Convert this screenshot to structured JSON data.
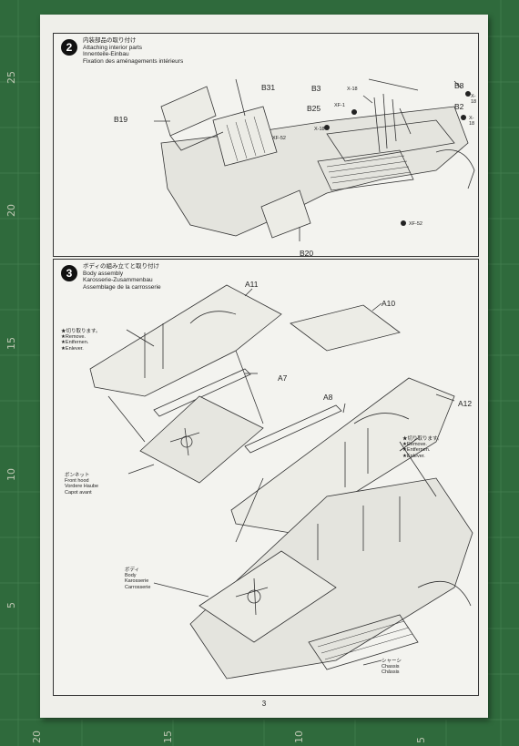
{
  "ruler": {
    "left": [
      "25",
      "20",
      "15",
      "10",
      "5"
    ],
    "bottom": [
      "20",
      "15",
      "10",
      "5"
    ]
  },
  "page_number": "3",
  "step2": {
    "number": "2",
    "titles": [
      "内装部品の取り付け",
      "Attaching interior parts",
      "Innenteile-Einbau",
      "Fixation des aménagements intérieurs"
    ],
    "parts": {
      "b31": "B31",
      "b19": "B19",
      "b3": "B3",
      "b25": "B25",
      "b8": "B8",
      "b2": "B2",
      "b20": "B20",
      "x18a": "X-18",
      "x18b": "X-18",
      "x18c": "X-18",
      "x18d": "X-18",
      "xf1": "XF-1",
      "xf52a": "XF-52",
      "xf52b": "XF-52"
    }
  },
  "step3": {
    "number": "3",
    "titles": [
      "ボディの組み立てと取り付け",
      "Body assembly",
      "Karosserie-Zusammenbau",
      "Assemblage de la carrosserie"
    ],
    "parts": {
      "a11": "A11",
      "a10": "A10",
      "a7": "A7",
      "a8": "A8",
      "a12": "A12"
    },
    "remove_left": [
      "★切り取ります。",
      "★Remove.",
      "★Entfernen.",
      "★Enlever."
    ],
    "remove_right": [
      "★切り取ります。",
      "★Remove.",
      "★Entfernen.",
      "★Enlever."
    ],
    "front_hood": [
      "ボンネット",
      "Front hood",
      "Vordere Haube",
      "Capot avant"
    ],
    "body": [
      "ボディ",
      "Body",
      "Karosserie",
      "Carrosserie"
    ],
    "chassis": [
      "シャーシ",
      "Chassis",
      "Châssis"
    ]
  }
}
